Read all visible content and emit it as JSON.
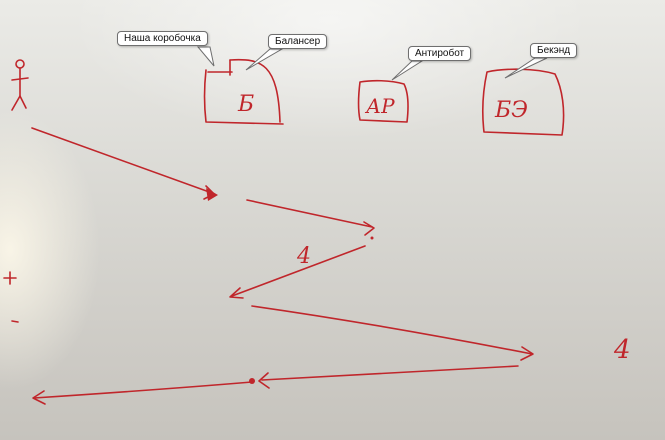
{
  "callouts": {
    "box": "Наша коробочка",
    "balancer": "Балансер",
    "antirobot": "Антиробот",
    "backend": "Бекэнд"
  },
  "handwriting": {
    "balancer_letter": "Б",
    "antirobot_letters": "АР",
    "backend_letters": "БЭ",
    "time_label_1": "4",
    "time_label_2": "4"
  },
  "colors": {
    "ink": "#c0262b",
    "board": "#e2e1dc"
  }
}
